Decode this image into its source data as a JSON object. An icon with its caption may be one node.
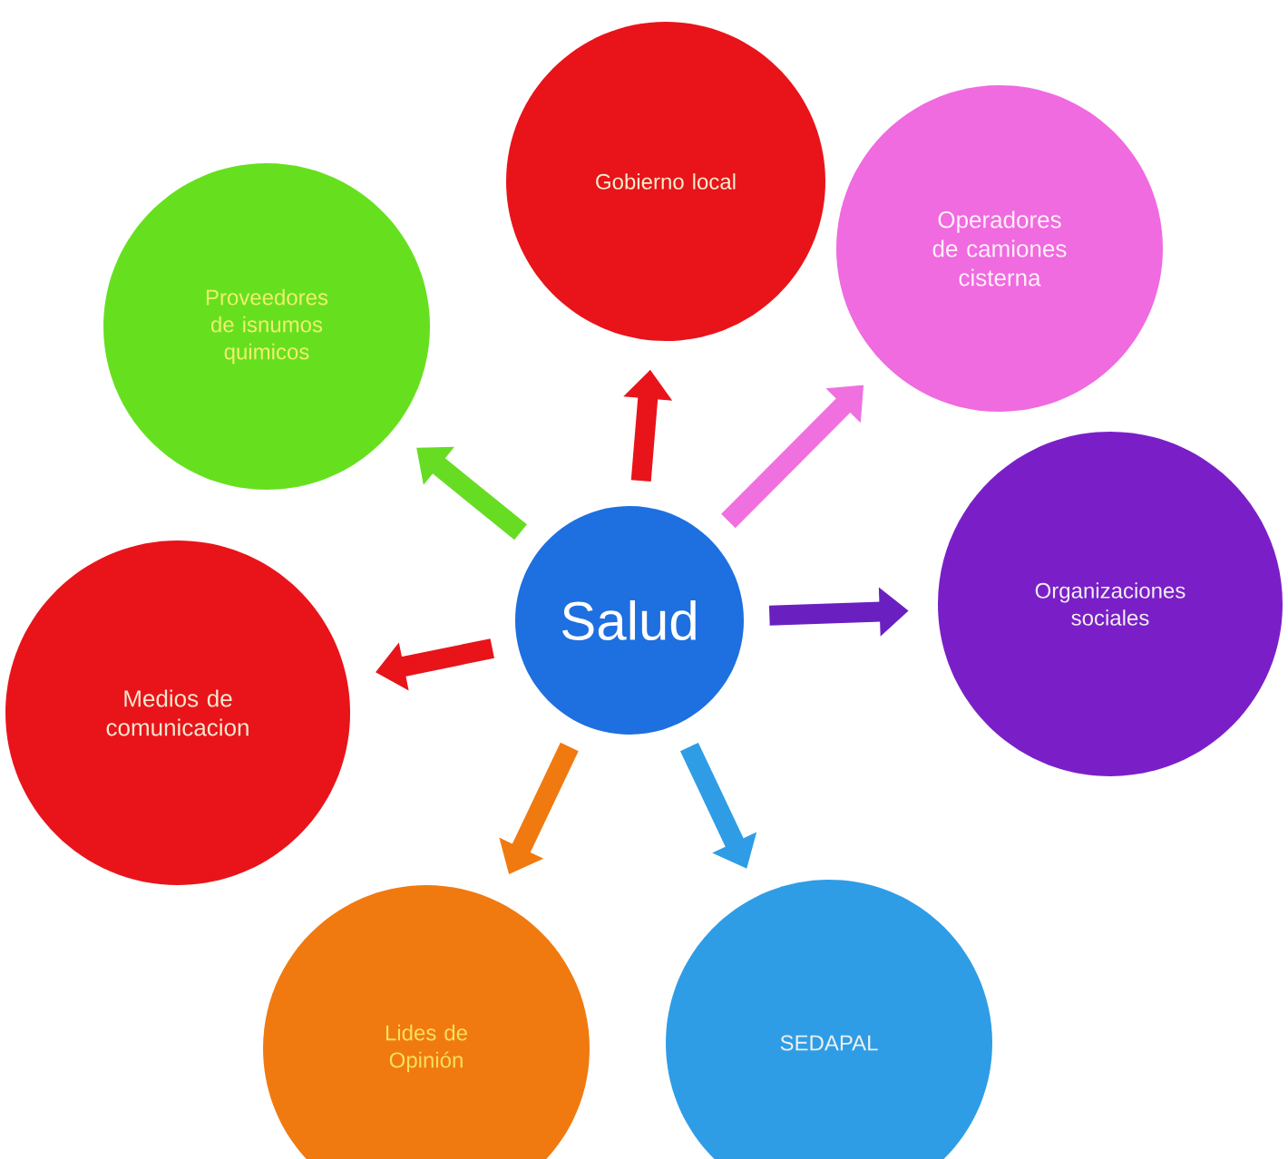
{
  "diagram": {
    "nodes": [
      {
        "text": [
          "Salud"
        ]
      },
      {
        "text": [
          "Gobierno local"
        ]
      },
      {
        "text": [
          "Operadores de camiones cisterna"
        ]
      },
      {
        "text": [
          "Proveedores de isnumos quimicos"
        ]
      },
      {
        "text": [
          "Organizaciones sociales"
        ]
      },
      {
        "text": [
          "Medios de comunicacion"
        ]
      },
      {
        "text": [
          "Lides de Opinión"
        ]
      },
      {
        "text": [
          "SEDAPAL"
        ]
      }
    ],
    "edges": [
      {
        "from": 0,
        "to": 1,
        "arrow": "to",
        "color": "#e8141a"
      },
      {
        "from": 0,
        "to": 2,
        "arrow": "to",
        "color": "#f070e0"
      },
      {
        "from": 0,
        "to": 3,
        "arrow": "to",
        "color": "#66dd22"
      },
      {
        "from": 0,
        "to": 4,
        "arrow": "to",
        "color": "#6a20c0"
      },
      {
        "from": 0,
        "to": 5,
        "arrow": "to",
        "color": "#e8141a"
      },
      {
        "from": 0,
        "to": 6,
        "arrow": "to",
        "color": "#f07a10"
      },
      {
        "from": 0,
        "to": 7,
        "arrow": "to",
        "color": "#2e9de6"
      }
    ]
  }
}
